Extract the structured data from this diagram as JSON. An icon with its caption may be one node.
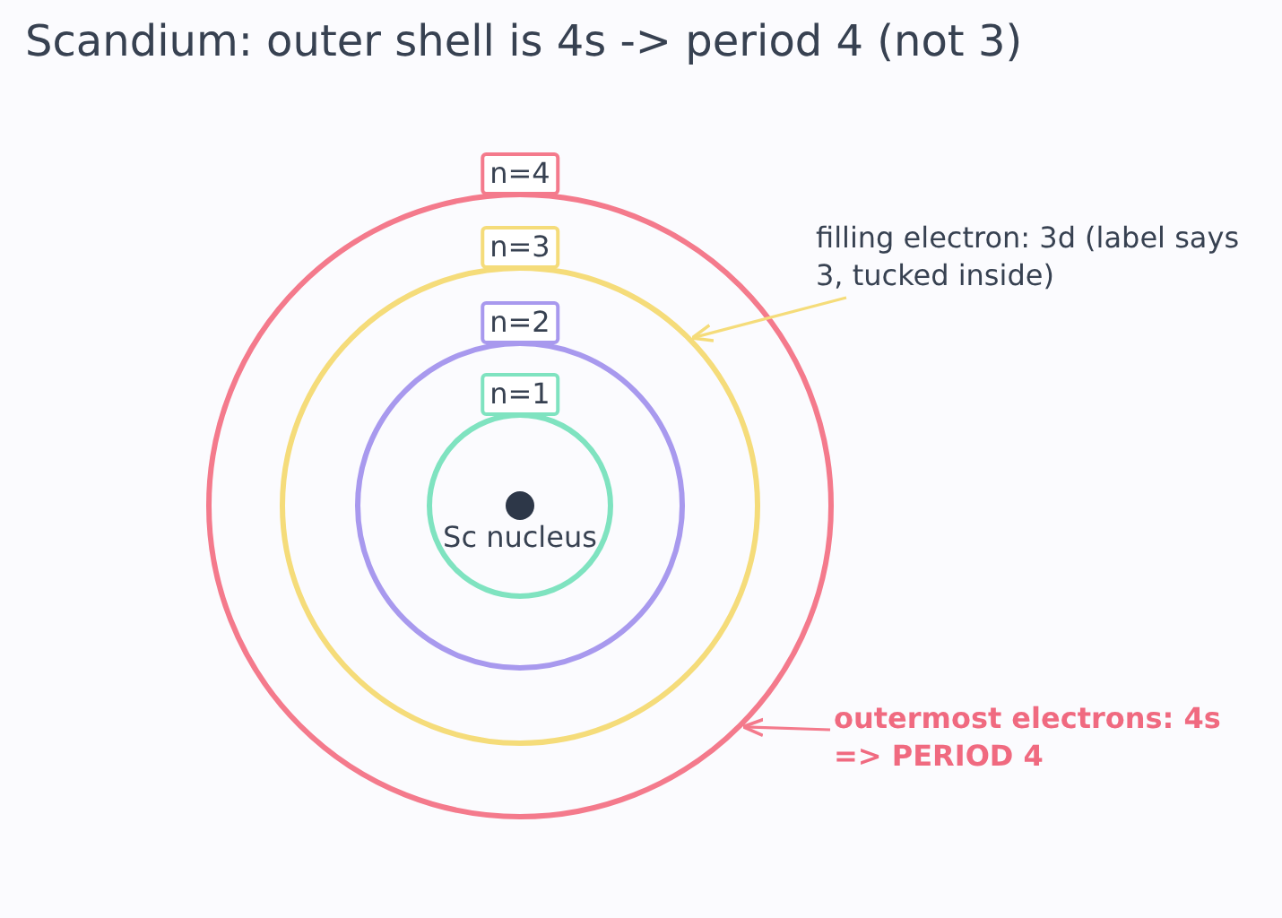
{
  "diagram": {
    "title": "Scandium: outer shell is 4s -> period 4 (not 3)",
    "nodes": [
      {
        "text": [
          "n=4"
        ]
      },
      {
        "text": [
          "n=3"
        ],
        "in": 0
      },
      {
        "text": [
          "n=2"
        ],
        "in": 1
      },
      {
        "text": [
          "n=1"
        ],
        "in": 2
      },
      {
        "text": [
          "Sc nucleus"
        ],
        "in": 3
      },
      {
        "text": [
          "filling electron: 3d (label says 3, tucked inside)"
        ]
      },
      {
        "text": [
          "outermost electrons: 4s => PERIOD 4"
        ]
      }
    ],
    "edges": [
      {
        "from": 5,
        "to": 1,
        "arrow": "to",
        "color": "#f5dc7a"
      },
      {
        "from": 6,
        "to": 0,
        "arrow": "to",
        "color": "#f47a8c"
      }
    ]
  }
}
